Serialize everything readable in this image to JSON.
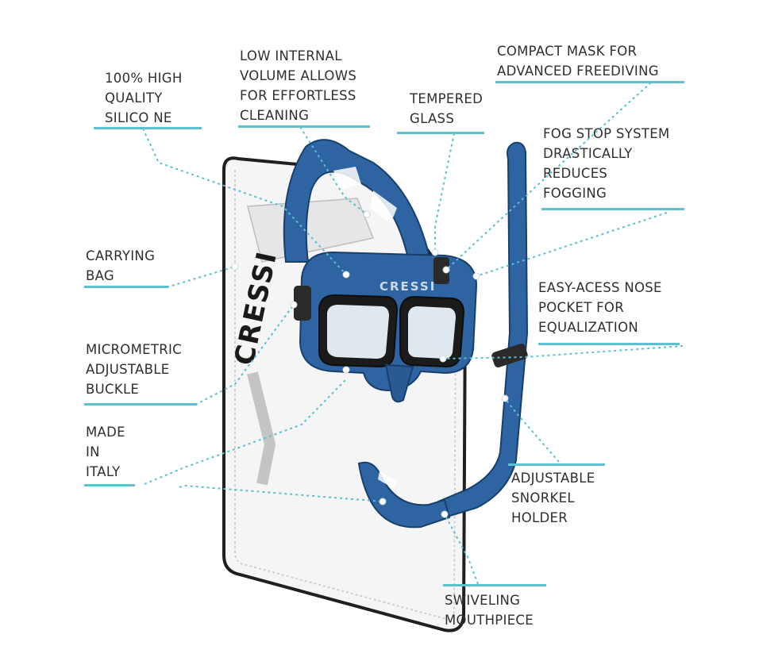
{
  "product": {
    "brand_text": "CRESSI",
    "bag_brand_text": "CRESSI"
  },
  "colors": {
    "accent": "#5bc0cf",
    "mask_blue": "#2f64a3",
    "mask_dark": "#1d4f86",
    "text": "#2f2f2f"
  },
  "labels": [
    {
      "id": "silicone",
      "lines": [
        "100% HIGH",
        "QUALITY",
        "SILICO  NE"
      ]
    },
    {
      "id": "volume",
      "lines": [
        "LOW INTERNAL",
        "VOLUME ALLOWS",
        "FOR EFFORTLESS",
        "CLEANING"
      ]
    },
    {
      "id": "glass",
      "lines": [
        "TEMPERED",
        "GLASS"
      ]
    },
    {
      "id": "compact",
      "lines": [
        "COMPACT MASK FOR",
        "ADVANCED FREEDIVING"
      ]
    },
    {
      "id": "fog",
      "lines": [
        "FOG STOP SYSTEM",
        "DRASTICALLY",
        "REDUCES",
        "FOGGING"
      ]
    },
    {
      "id": "bag",
      "lines": [
        "CARRYING",
        "BAG"
      ]
    },
    {
      "id": "nose",
      "lines": [
        "EASY-ACESS NOSE",
        "POCKET FOR",
        "EQUALIZATION"
      ]
    },
    {
      "id": "buckle",
      "lines": [
        "MICROMETRIC",
        "ADJUSTABLE",
        "BUCKLE"
      ]
    },
    {
      "id": "italy",
      "lines": [
        "MADE",
        "IN",
        "ITALY"
      ]
    },
    {
      "id": "holder",
      "lines": [
        "ADJUSTABLE",
        "SNORKEL",
        "HOLDER"
      ]
    },
    {
      "id": "mouthpiece",
      "lines": [
        "SWIVELING",
        "MOUTHPIECE"
      ]
    }
  ]
}
